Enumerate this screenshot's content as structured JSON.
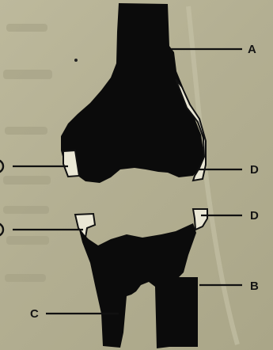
{
  "figure": {
    "labels": {
      "a": "A",
      "b": "B",
      "c": "C",
      "d_upper": "D",
      "d_lower": "D"
    }
  },
  "colors": {
    "bone": "#0b0b0b",
    "cartilage": "#eae7d5",
    "paper": "#b6b295"
  }
}
